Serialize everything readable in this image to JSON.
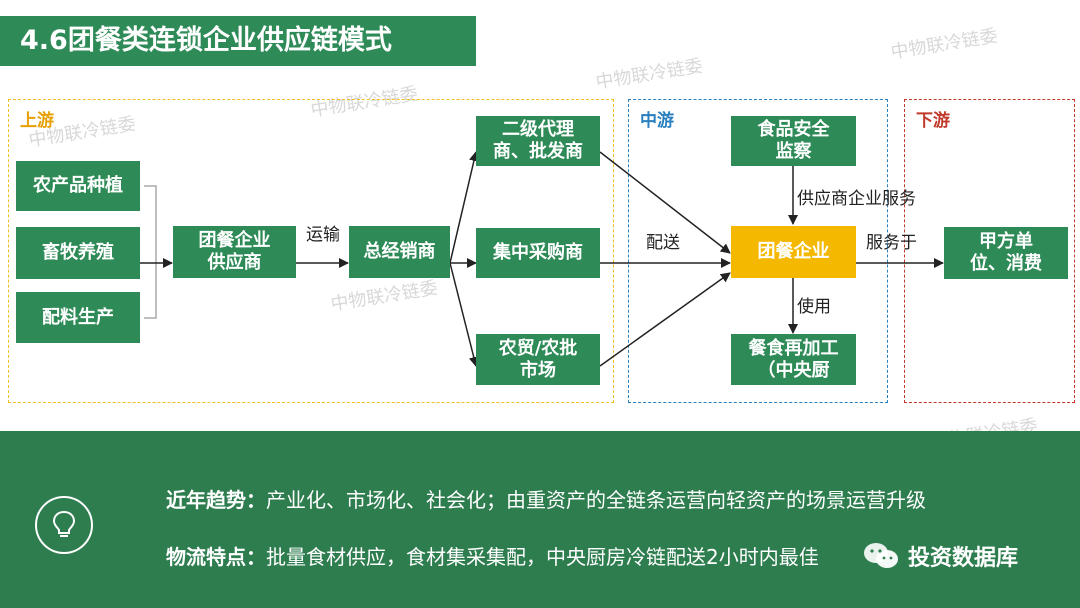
{
  "title": "4.6团餐类连锁企业供应链模式",
  "regions": {
    "upstream": "上游",
    "midstream": "中游",
    "downstream": "下游"
  },
  "nodes": {
    "agri": "农产品种植",
    "livestock": "畜牧养殖",
    "ingredients": "配料生产",
    "supplier": "团餐企业\n供应商",
    "distributor": "总经销商",
    "agent": "二级代理\n商、批发商",
    "purchaser": "集中采购商",
    "market": "农贸/农批\n市场",
    "food_safety": "食品安全\n监察",
    "catering": "团餐企业",
    "kitchen": "餐食再加工\n（中央厨",
    "client": "甲方单\n位、消费"
  },
  "edge_labels": {
    "transport": "运输",
    "delivery": "配送",
    "supplier_service": "供应商企业服务",
    "serve": "服务于",
    "use": "使用"
  },
  "watermark": "中物联冷链委",
  "footer": {
    "trend_label": "近年趋势：",
    "trend_text": "产业化、市场化、社会化；由重资产的全链条运营向轻资产的场景运营升级",
    "logistics_label": "物流特点：",
    "logistics_text": "批量食材供应，食材集采集配，中央厨房冷链配送2小时内最佳",
    "brand": "投资数据库"
  },
  "colors": {
    "green": "#2e8b57",
    "gold": "#f5b800",
    "upstream_border": "#f0c020",
    "upstream_label": "#e6a000",
    "midstream": "#2a7fbf",
    "downstream": "#c0392b"
  }
}
